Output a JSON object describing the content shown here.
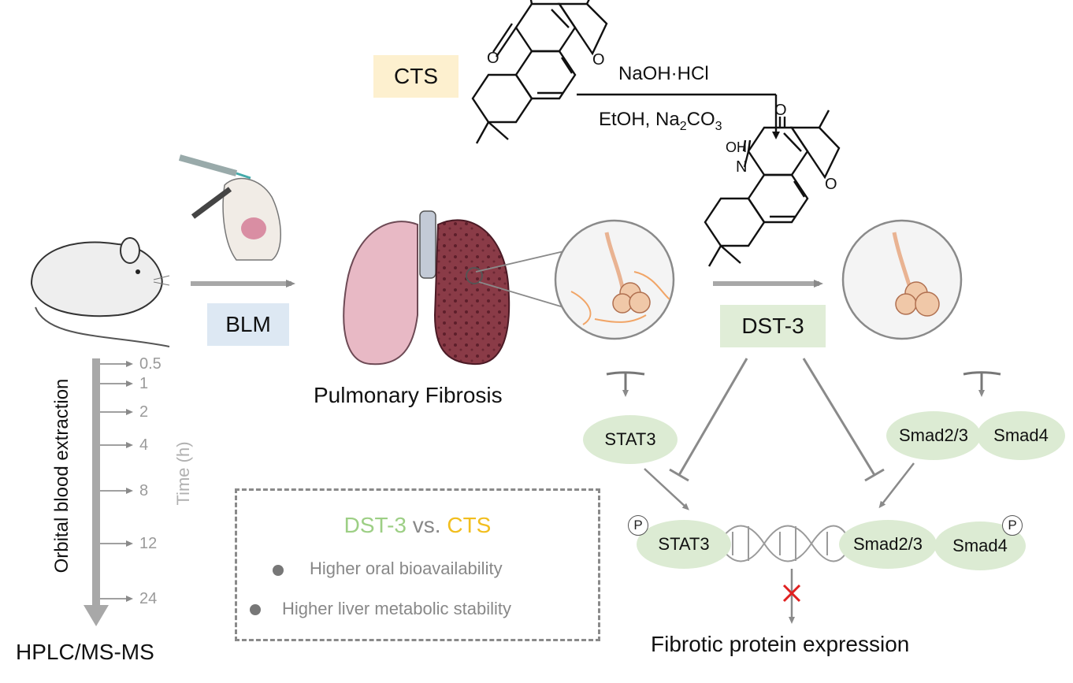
{
  "colors": {
    "cts_box": "#fdf0cf",
    "blm_box": "#dde8f3",
    "dst_box": "#e0edd7",
    "protein": "#dcebd3",
    "arrow_gray": "#a0a0a0",
    "dst_text": "#9dcf85",
    "cts_text": "#f2be1e",
    "cross": "#e02020"
  },
  "labels": {
    "cts": "CTS",
    "reagent_top": "NaOH·HCl",
    "reagent_bottom_prefix": "EtOH, Na",
    "reagent_sub1": "2",
    "reagent_mid": "CO",
    "reagent_sub2": "3",
    "blm": "BLM",
    "pulmonary_fibrosis": "Pulmonary Fibrosis",
    "dst3": "DST-3",
    "hplc": "HPLC/MS-MS",
    "orbital": "Orbital blood extraction",
    "time_axis": "Time (h)",
    "fibrotic": "Fibrotic protein expression",
    "oxime_oh": "OH",
    "oxime_n": "N",
    "atom_o": "O"
  },
  "timepoints": [
    "0.5",
    "1",
    "2",
    "4",
    "8",
    "12",
    "24"
  ],
  "proteins": {
    "stat3_top": "STAT3",
    "smad23_top": "Smad2/3",
    "smad4_top": "Smad4",
    "stat3_bottom": "STAT3",
    "smad23_bottom": "Smad2/3",
    "smad4_bottom": "Smad4",
    "phospho": "P"
  },
  "comparison": {
    "left": "DST-3",
    "vs": "vs.",
    "right": "CTS",
    "items": [
      "Higher oral bioavailability",
      "Higher liver metabolic stability"
    ]
  },
  "icons": [
    "mouse-icon",
    "injection-icon",
    "lungs-icon",
    "fibrotic-alveoli-icon",
    "healthy-alveoli-icon",
    "dna-icon",
    "inhibit-cross-icon"
  ]
}
